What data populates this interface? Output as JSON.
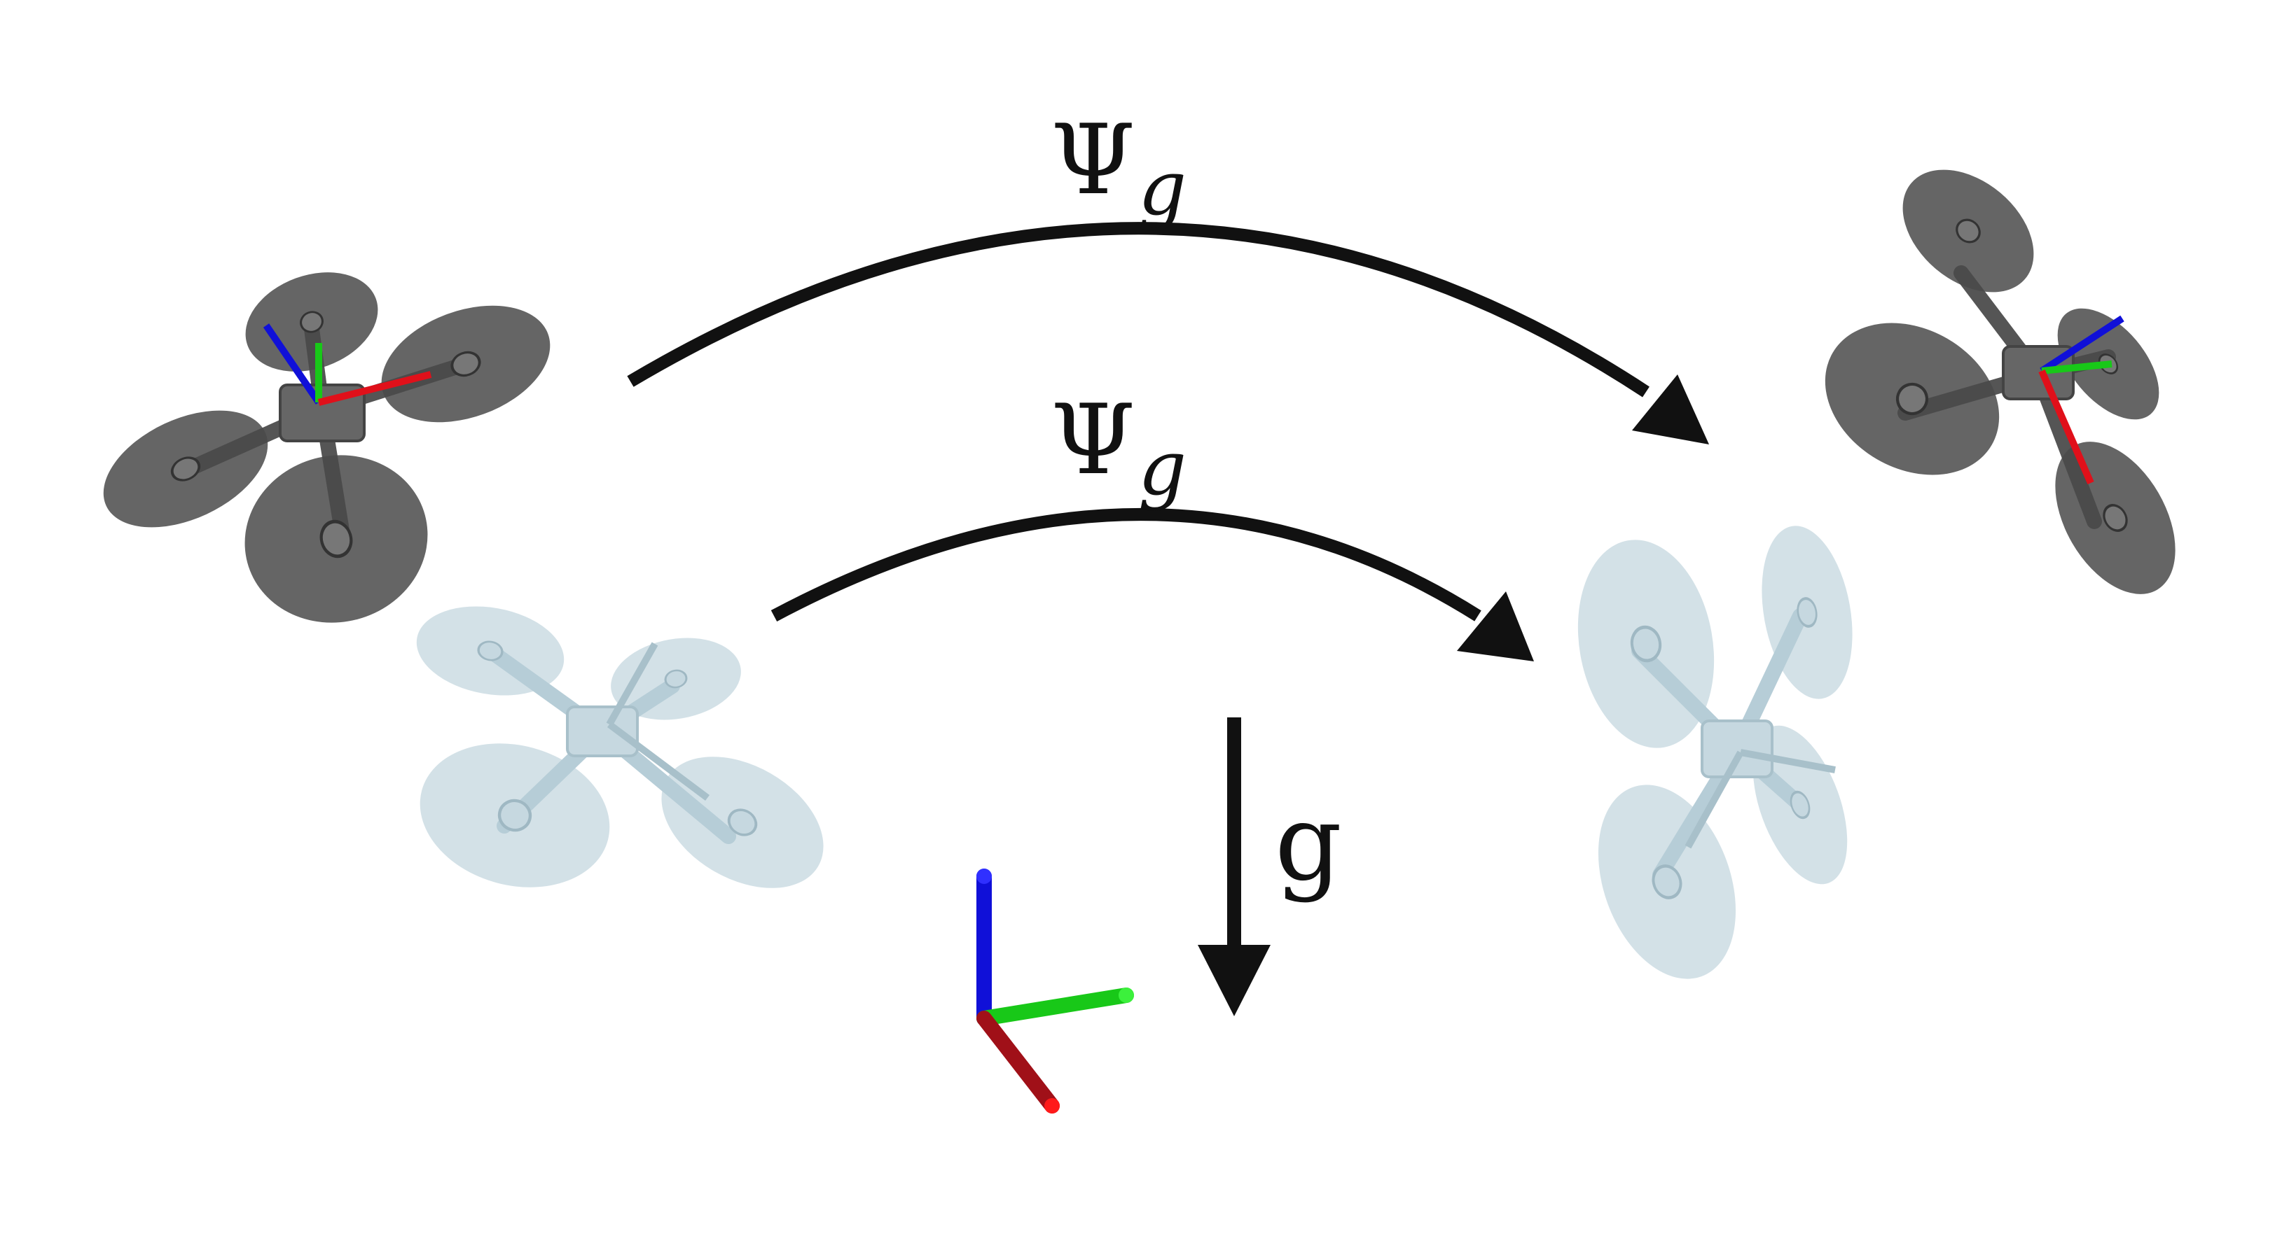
{
  "labels": {
    "top_arrow_symbol": "Ψ",
    "top_arrow_subscript": "g",
    "middle_arrow_symbol": "Ψ",
    "middle_arrow_subscript": "g",
    "gravity": "g"
  },
  "colors": {
    "drone_dark": "#5a5a5a",
    "drone_light": "#bcd3dc",
    "arrow": "#111111",
    "axis_x": "#e0101a",
    "axis_y": "#18c818",
    "axis_z": "#1010d8"
  },
  "icons": {
    "drone_opaque": "quadrotor-icon",
    "drone_ghost": "quadrotor-icon",
    "reference_frame": "xyz-axes-icon"
  }
}
